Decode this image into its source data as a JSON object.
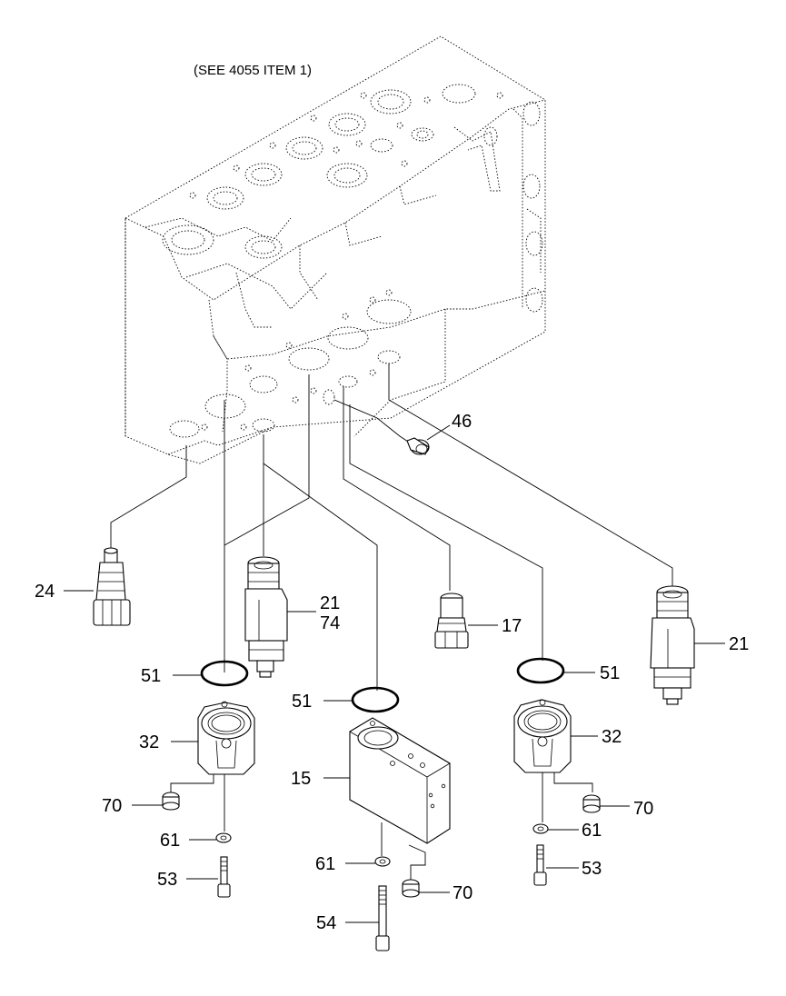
{
  "drawing": {
    "reference_note": "(SEE 4055 ITEM 1)",
    "callouts": [
      {
        "id": "c24",
        "text": "24"
      },
      {
        "id": "c21a",
        "text": "21"
      },
      {
        "id": "c74",
        "text": "74"
      },
      {
        "id": "c17",
        "text": "17"
      },
      {
        "id": "c21b",
        "text": "21"
      },
      {
        "id": "c46",
        "text": "46"
      },
      {
        "id": "c51a",
        "text": "51"
      },
      {
        "id": "c51b",
        "text": "51"
      },
      {
        "id": "c51c",
        "text": "51"
      },
      {
        "id": "c32a",
        "text": "32"
      },
      {
        "id": "c32b",
        "text": "32"
      },
      {
        "id": "c15",
        "text": "15"
      },
      {
        "id": "c70a",
        "text": "70"
      },
      {
        "id": "c70b",
        "text": "70"
      },
      {
        "id": "c70c",
        "text": "70"
      },
      {
        "id": "c61a",
        "text": "61"
      },
      {
        "id": "c61b",
        "text": "61"
      },
      {
        "id": "c61c",
        "text": "61"
      },
      {
        "id": "c53a",
        "text": "53"
      },
      {
        "id": "c53b",
        "text": "53"
      },
      {
        "id": "c54",
        "text": "54"
      }
    ]
  }
}
